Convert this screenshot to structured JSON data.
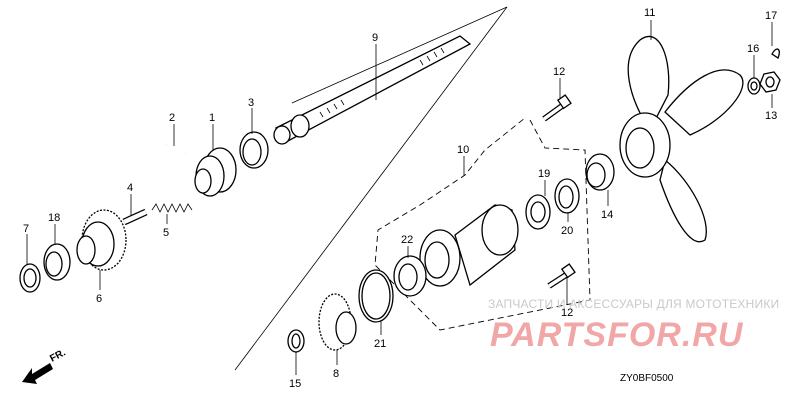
{
  "diagram": {
    "callouts": [
      {
        "id": "1",
        "label": "1"
      },
      {
        "id": "2",
        "label": "2"
      },
      {
        "id": "3",
        "label": "3"
      },
      {
        "id": "4",
        "label": "4"
      },
      {
        "id": "5",
        "label": "5"
      },
      {
        "id": "6",
        "label": "6"
      },
      {
        "id": "7",
        "label": "7"
      },
      {
        "id": "8",
        "label": "8"
      },
      {
        "id": "9",
        "label": "9"
      },
      {
        "id": "10",
        "label": "10"
      },
      {
        "id": "11",
        "label": "11"
      },
      {
        "id": "12a",
        "label": "12"
      },
      {
        "id": "12b",
        "label": "12"
      },
      {
        "id": "13",
        "label": "13"
      },
      {
        "id": "14",
        "label": "14"
      },
      {
        "id": "15",
        "label": "15"
      },
      {
        "id": "16",
        "label": "16"
      },
      {
        "id": "17",
        "label": "17"
      },
      {
        "id": "18",
        "label": "18"
      },
      {
        "id": "19",
        "label": "19"
      },
      {
        "id": "20",
        "label": "20"
      },
      {
        "id": "21",
        "label": "21"
      },
      {
        "id": "22",
        "label": "22"
      }
    ],
    "direction_label": "FR.",
    "diagram_code": "ZY0BF0500"
  },
  "watermark": {
    "caption": "ЗАПЧАСТИ И АКСЕССУАРЫ ДЛЯ МОТОТЕХНИКИ",
    "logo_text": "PARTSFOR.RU",
    "color": "#f1a7a7"
  },
  "icons": {
    "direction_arrow": "front-direction-arrow-icon"
  }
}
